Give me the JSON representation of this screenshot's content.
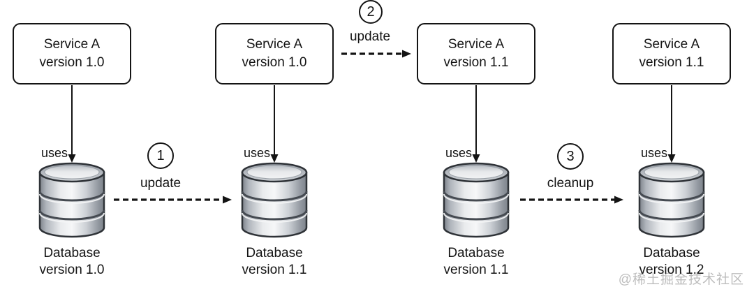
{
  "columns": [
    {
      "service_name": "Service A",
      "service_version": "version 1.0",
      "uses": "uses",
      "db_name": "Database",
      "db_version": "version 1.0"
    },
    {
      "service_name": "Service A",
      "service_version": "version 1.0",
      "uses": "uses",
      "db_name": "Database",
      "db_version": "version 1.1"
    },
    {
      "service_name": "Service A",
      "service_version": "version 1.1",
      "uses": "uses",
      "db_name": "Database",
      "db_version": "version 1.1"
    },
    {
      "service_name": "Service A",
      "service_version": "version 1.1",
      "uses": "uses",
      "db_name": "Database",
      "db_version": "version 1.2"
    }
  ],
  "steps": [
    {
      "number": "1",
      "label": "update"
    },
    {
      "number": "2",
      "label": "update"
    },
    {
      "number": "3",
      "label": "cleanup"
    }
  ],
  "watermark": "@稀土掘金技术社区",
  "colors": {
    "line": "#141414",
    "box_border": "#141414",
    "cylinder_outline": "#2e3237",
    "watermark": "#bdbdbd"
  }
}
